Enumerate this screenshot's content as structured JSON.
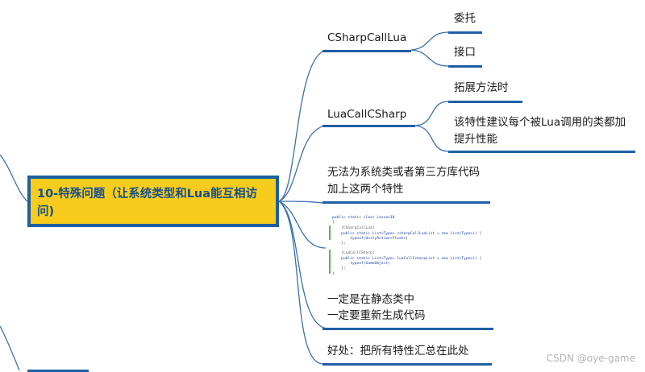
{
  "central": {
    "title": "10-特殊问题（让系统类型和Lua能互相访问)"
  },
  "branches": {
    "csharpcalllua": {
      "label": "CSharpCallLua",
      "children": [
        "委托",
        "接口"
      ]
    },
    "luacallcsharp": {
      "label": "LuaCallCSharp",
      "children": [
        "拓展方法时",
        "该特性建议每个被Lua调用的类都加",
        "提升性能"
      ]
    },
    "no_system_class": {
      "line1": "无法为系统类或者第三方库代码",
      "line2": "加上这两个特性"
    },
    "code_image": {
      "lines": [
        "public static class Lesson10",
        "{",
        "    [CSharpCallLua]",
        "    public static List<Type> csharpCallLuaList = new List<Type>() {",
        "        typeof(UnityAction<float>)",
        "    };",
        "",
        "    [LuaCallCSharp]",
        "    public static List<Type> luaCallCsharpList = new List<Type>() {",
        "        typeof(GameObject)",
        "    };",
        "}"
      ]
    },
    "static_class": {
      "line1": "一定是在静态类中",
      "line2": "一定要重新生成代码"
    },
    "benefit": {
      "label": "好处：把所有特性汇总在此处"
    }
  },
  "watermark": "CSDN @oye-game",
  "colors": {
    "connector": "#3a6fb0",
    "underline": "#1f5fa6",
    "central_fill": "#f7cc1d",
    "central_border": "#1d5f9e"
  }
}
